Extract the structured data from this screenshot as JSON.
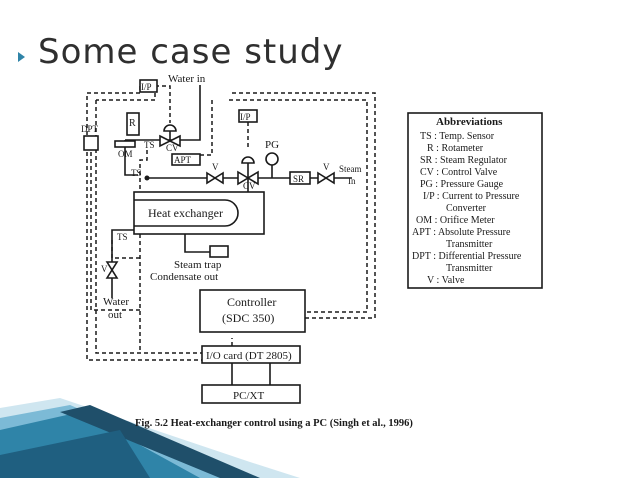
{
  "slide": {
    "title": "Some case study"
  },
  "diagram": {
    "water_in": "Water in",
    "ip_top": "I/P",
    "ip_right": "I/P",
    "dpt": "DPT",
    "r": "R",
    "om": "OM",
    "ts_top": "TS",
    "cv_top": "CV",
    "apt": "APT",
    "pg": "PG",
    "ts_left": "TS",
    "v_mid": "V",
    "cv_mid": "CV",
    "sr": "SR",
    "v_steam": "V",
    "steam": "Steam",
    "steam_in": "In",
    "heat_exchanger": "Heat exchanger",
    "ts_bottom": "TS",
    "v_bottom": "V",
    "steam_trap": "Steam trap",
    "condensate_out": "Condensate out",
    "water_out_1": "Water",
    "water_out_2": "out",
    "controller_1": "Controller",
    "controller_2": "(SDC 350)",
    "io_card": "I/O card (DT 2805)",
    "pcxt": "PC/XT",
    "caption": "Fig. 5.2   Heat-exchanger control using a PC (Singh et al., 1996)"
  },
  "abbreviations": {
    "title": "Abbreviations",
    "lines": [
      "TS : Temp. Sensor",
      "R : Rotameter",
      "SR : Steam Regulator",
      "CV : Control Valve",
      "PG : Pressure Gauge",
      "I/P : Current to Pressure",
      "Converter",
      "OM : Orifice Meter",
      "APT : Absolute Pressure",
      "Transmitter",
      "DPT : Differential Pressure",
      "Transmitter",
      "V : Valve"
    ]
  },
  "colors": {
    "accent": "#2f84a8",
    "ribbon_dark": "#1f5f80",
    "ribbon_light": "#9fd0e4"
  }
}
